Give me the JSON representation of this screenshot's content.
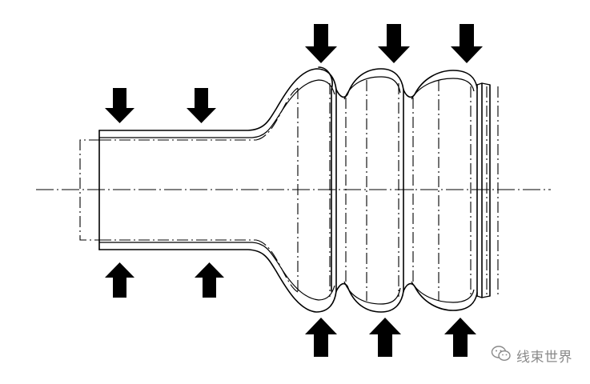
{
  "watermark": {
    "text": "线束世界",
    "icon": "wechat-icon",
    "color": "#8a8a8a"
  },
  "diagram": {
    "stroke_color": "#000000",
    "arrow_color": "#000000",
    "arrow_directions": {
      "top": "down",
      "bottom": "up"
    }
  }
}
